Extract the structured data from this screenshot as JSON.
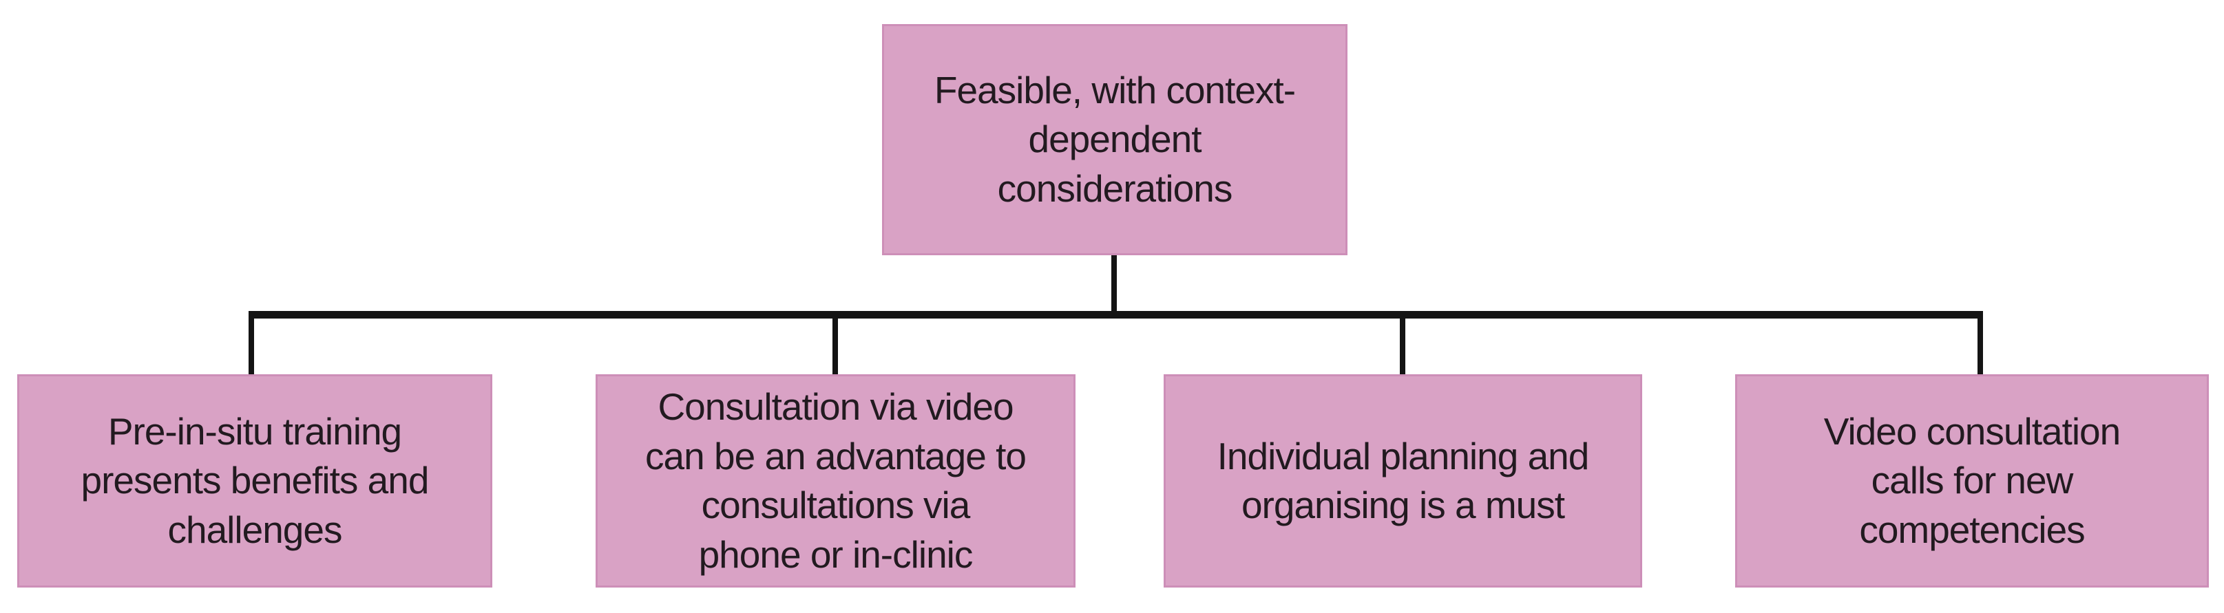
{
  "diagram": {
    "type": "hierarchy-tree",
    "colors": {
      "node_fill": "#d9a2c5",
      "node_border": "#cd8fb8",
      "text": "#221a20",
      "connector": "#141414",
      "background": "#ffffff"
    },
    "root": {
      "label": "Feasible, with context-\ndependent\nconsiderations"
    },
    "children": [
      {
        "label": "Pre-in-situ training\npresents benefits and\nchallenges"
      },
      {
        "label": "Consultation via video\ncan be an advantage to\nconsultations via\nphone or in-clinic"
      },
      {
        "label": "Individual planning and\norganising is a must"
      },
      {
        "label": "Video consultation\ncalls for new\ncompetencies"
      }
    ]
  }
}
